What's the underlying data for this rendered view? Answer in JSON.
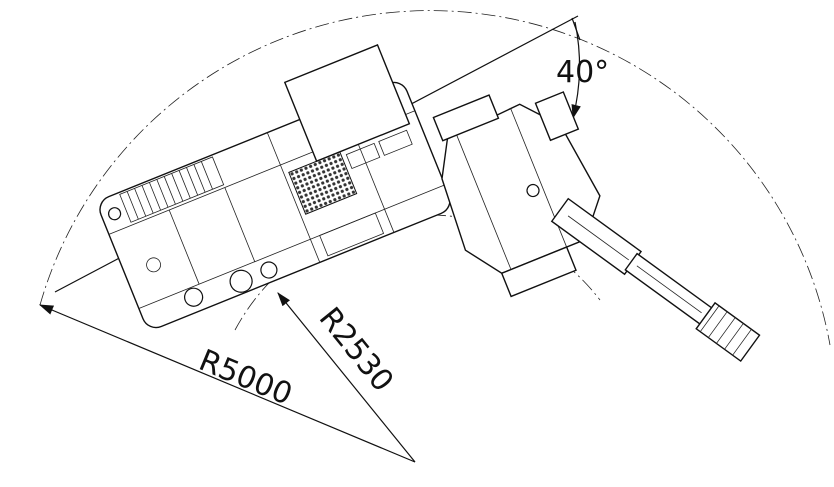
{
  "drawing": {
    "angle_label": "40°",
    "outer_radius_label": "R5000",
    "inner_radius_label": "R2530"
  },
  "colors": {
    "line": "#111111",
    "background": "#ffffff"
  }
}
